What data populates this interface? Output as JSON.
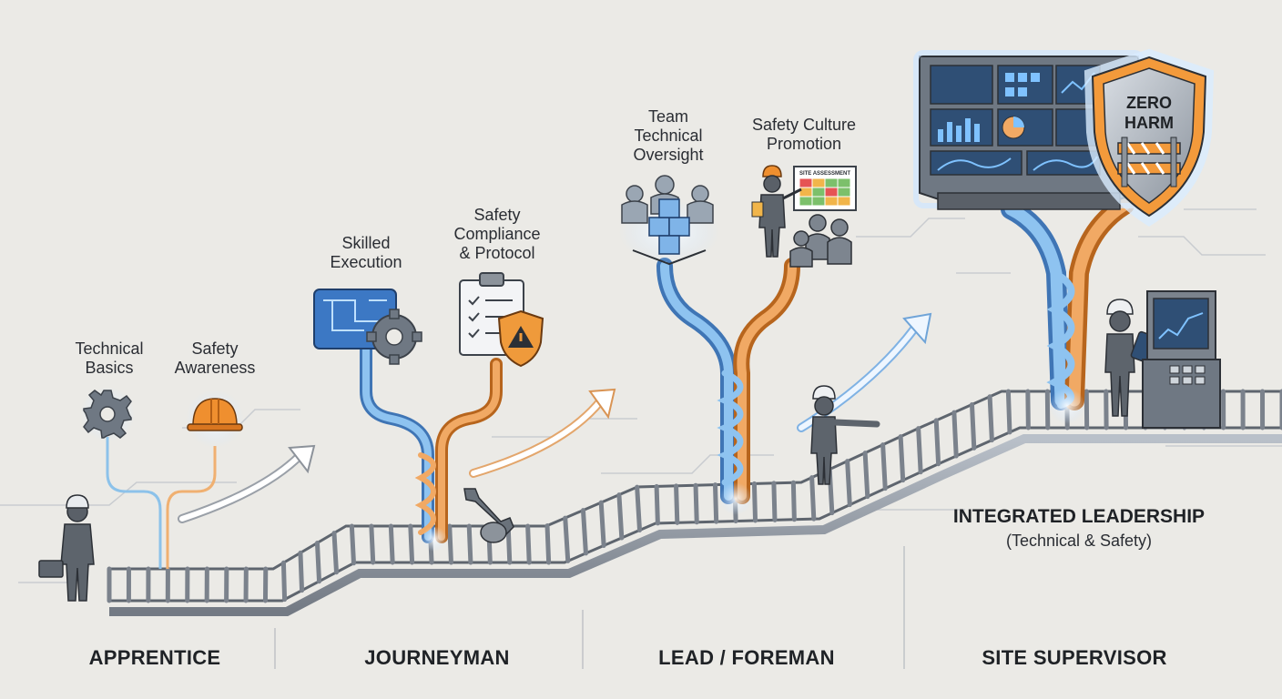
{
  "stages": {
    "apprentice": "APPRENTICE",
    "journeyman": "JOURNEYMAN",
    "lead": "LEAD / FOREMAN",
    "supervisor": "SITE SUPERVISOR"
  },
  "labels": {
    "technical_basics": "Technical\nBasics",
    "safety_awareness": "Safety\nAwareness",
    "skilled_execution": "Skilled\nExecution",
    "safety_compliance": "Safety\nCompliance\n& Protocol",
    "team_oversight": "Team\nTechnical\nOversight",
    "safety_culture": "Safety Culture\nPromotion"
  },
  "leadership": {
    "title": "INTEGRATED LEADERSHIP",
    "subtitle": "(Technical & Safety)"
  },
  "shield": {
    "line1": "ZERO",
    "line2": "HARM"
  },
  "board": {
    "title": "SITE ASSESSMENT"
  },
  "colors": {
    "technical": "#4f8fd0",
    "safety": "#e8953a",
    "rail": "#6f7680",
    "glow": "#bfe0ff"
  }
}
